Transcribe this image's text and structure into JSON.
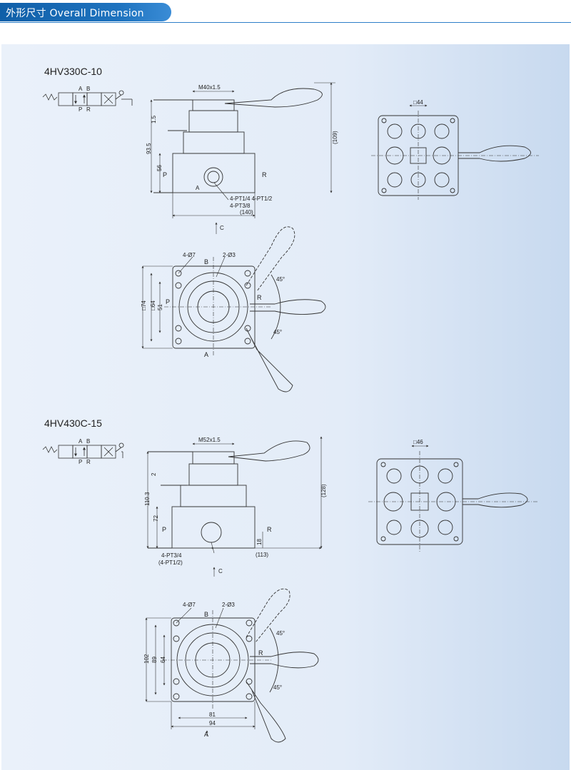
{
  "header": {
    "title": "外形尺寸 Overall Dimension"
  },
  "models": [
    {
      "name": "4HV330C-10",
      "symbol": {
        "a": "A",
        "b": "B",
        "p": "P",
        "r": "R"
      },
      "front": {
        "thread": "M40x1.5",
        "h1": "1.5",
        "h2": "93.5",
        "h3": "56",
        "port_p": "P",
        "port_r": "R",
        "port_a": "A",
        "ports_line1": "4-PT1/4  4-PT1/2",
        "ports_line2": "4-PT3/8",
        "width": "(140)",
        "height": "(109)"
      },
      "rear": {
        "square": "□44"
      },
      "top": {
        "holes": "4-Ø7",
        "pins": "2-Ø3",
        "b": "B",
        "p": "P",
        "r": "R",
        "a": "A",
        "c": "C",
        "sq74": "□74",
        "sq64": "□64",
        "d51": "51",
        "angle1": "45°",
        "angle2": "45°"
      }
    },
    {
      "name": "4HV430C-15",
      "symbol": {
        "a": "A",
        "b": "B",
        "p": "P",
        "r": "R"
      },
      "front": {
        "thread": "M52x1.5",
        "h1": "2",
        "h2": "110.3",
        "h3": "72",
        "port_p": "P",
        "port_r": "R",
        "h4": "18",
        "ports_line1": "4-PT3/4",
        "ports_line2": "(4-PT1/2)",
        "width": "(113)",
        "height": "(128)"
      },
      "rear": {
        "square": "□46"
      },
      "top": {
        "holes": "4-Ø7",
        "pins": "2-Ø3",
        "b": "B",
        "r": "R",
        "a": "A",
        "c": "C",
        "d102": "102",
        "d89": "89",
        "d64": "64",
        "d81": "81",
        "d94": "94",
        "angle1": "45°",
        "angle2": "45°"
      }
    }
  ]
}
